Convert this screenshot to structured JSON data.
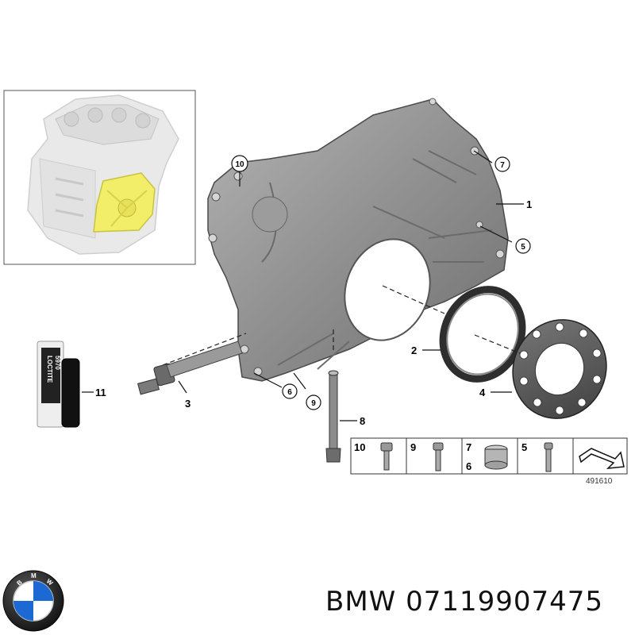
{
  "callouts": {
    "c1": "1",
    "c2": "2",
    "c3": "3",
    "c4": "4",
    "c5": "5",
    "c6": "6",
    "c7": "7",
    "c8": "8",
    "c9": "9",
    "c10": "10",
    "c11": "11"
  },
  "tube_label": {
    "brand": "LOCTITE",
    "code": "5970"
  },
  "legend": {
    "cells": [
      {
        "num": "10"
      },
      {
        "num": "9"
      },
      {
        "num_top": "7",
        "num_bottom": "6"
      },
      {
        "num": "5"
      }
    ],
    "diagram_id": "491610"
  },
  "footer": {
    "text": "BMW 07119907475"
  },
  "colors": {
    "part_gray": "#8e8e8e",
    "part_dark": "#5e5e5e",
    "highlight_yellow": "#f2ee6a",
    "bmw_blue": "#1c69d4"
  }
}
